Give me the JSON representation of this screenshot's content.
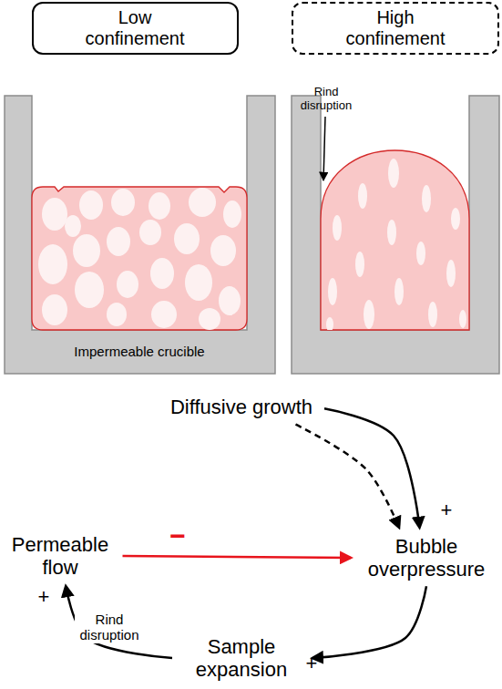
{
  "diagram": {
    "nodes": [
      {
        "text": [
          "Low confinement"
        ]
      },
      {
        "text": [
          "High confinement"
        ]
      },
      {
        "text": [
          "Diffusive growth"
        ]
      },
      {
        "text": [
          "Permeable flow"
        ]
      },
      {
        "text": [
          "Bubble overpressure"
        ]
      },
      {
        "text": [
          "Sample expansion"
        ]
      }
    ],
    "edges": [
      {
        "from": 2,
        "to": 4,
        "arrow": "to"
      },
      {
        "from": 2,
        "to": 4,
        "arrow": "to"
      },
      {
        "from": 4,
        "to": 5,
        "arrow": "to"
      },
      {
        "from": 5,
        "to": 3,
        "label": "Rind disruption",
        "arrow": "to"
      },
      {
        "from": 3,
        "to": 4,
        "arrow": "to"
      }
    ],
    "labels": [
      "Impermeable crucible",
      "Rind disruption",
      "+",
      "−",
      "+",
      "+"
    ]
  }
}
